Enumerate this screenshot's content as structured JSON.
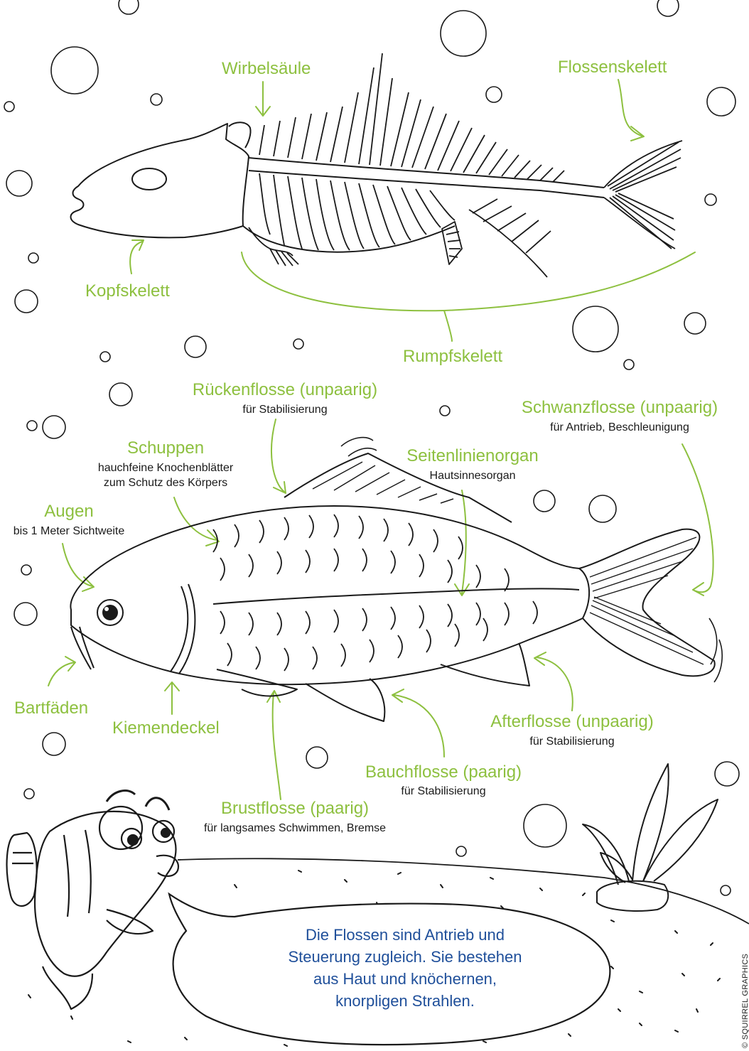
{
  "colors": {
    "label": "#8dc03f",
    "text": "#1a1a1a",
    "bubble_text": "#1f4f9a",
    "line": "#1a1a1a"
  },
  "skeleton": {
    "wirbelsaeule": "Wirbelsäule",
    "flossenskelett": "Flossenskelett",
    "kopfskelett": "Kopfskelett",
    "rumpfskelett": "Rumpfskelett"
  },
  "anatomy": {
    "rueckenflosse": {
      "title": "Rückenflosse (unpaarig)",
      "desc": "für Stabilisierung"
    },
    "schwanzflosse": {
      "title": "Schwanzflosse (unpaarig)",
      "desc": "für Antrieb, Beschleunigung"
    },
    "schuppen": {
      "title": "Schuppen",
      "desc1": "hauchfeine Knochenblätter",
      "desc2": "zum Schutz des Körpers"
    },
    "seitenlinienorgan": {
      "title": "Seitenlinienorgan",
      "desc": "Hautsinnesorgan"
    },
    "augen": {
      "title": "Augen",
      "desc": "bis 1 Meter Sichtweite"
    },
    "bartfaeden": {
      "title": "Bartfäden"
    },
    "kiemendeckel": {
      "title": "Kiemendeckel"
    },
    "afterflosse": {
      "title": "Afterflosse (unpaarig)",
      "desc": "für Stabilisierung"
    },
    "bauchflosse": {
      "title": "Bauchflosse (paarig)",
      "desc": "für Stabilisierung"
    },
    "brustflosse": {
      "title": "Brustflosse (paarig)",
      "desc": "für langsames Schwimmen, Bremse"
    }
  },
  "speech_bubble": {
    "line1": "Die Flossen sind Antrieb und",
    "line2": "Steuerung zugleich. Sie bestehen",
    "line3": "aus Haut und knöchernen,",
    "line4": "knorpligen Strahlen."
  },
  "credit": "© SQUIRREL GRAPHICS"
}
